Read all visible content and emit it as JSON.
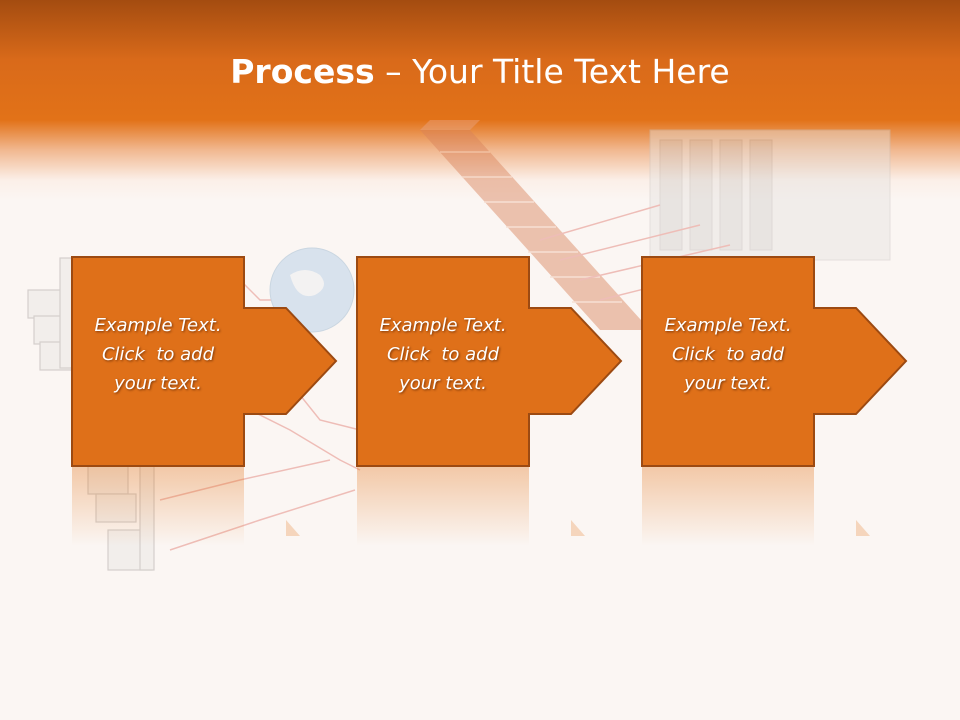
{
  "slide": {
    "title_bold": "Process",
    "title_rest": " – Your Title Text Here"
  },
  "steps": [
    {
      "line1": "Example Text.",
      "line2": "Click  to add",
      "line3": "your text."
    },
    {
      "line1": "Example Text.",
      "line2": "Click  to add",
      "line3": "your text."
    },
    {
      "line1": "Example Text.",
      "line2": "Click  to add",
      "line3": "your text."
    }
  ],
  "colors": {
    "accent": "#e27218",
    "box_fill": "#df7019",
    "box_border": "#9c4a12",
    "header_dark": "#a44c10",
    "background": "#fbf6f3"
  }
}
